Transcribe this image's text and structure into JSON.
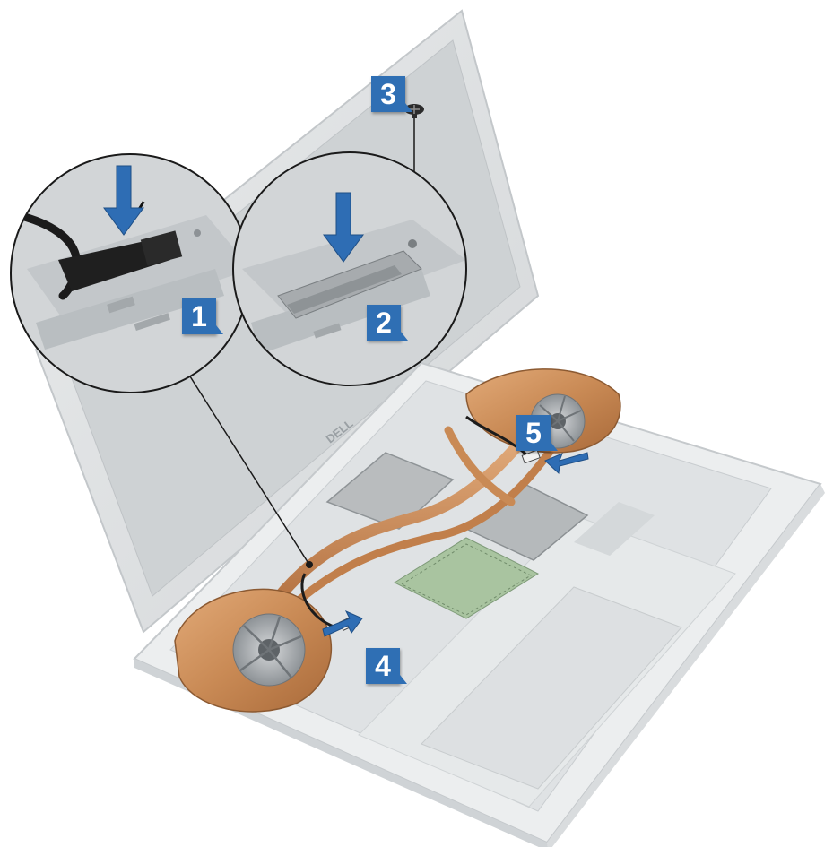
{
  "figure": {
    "callouts": [
      "1",
      "2",
      "3",
      "4",
      "5"
    ],
    "colors": {
      "badge": "#2f6fb4",
      "arrow": "#2e6db4",
      "copper": "#c98a55",
      "chassis": "#e4e6e7",
      "screen": "#d3d6d8"
    }
  }
}
